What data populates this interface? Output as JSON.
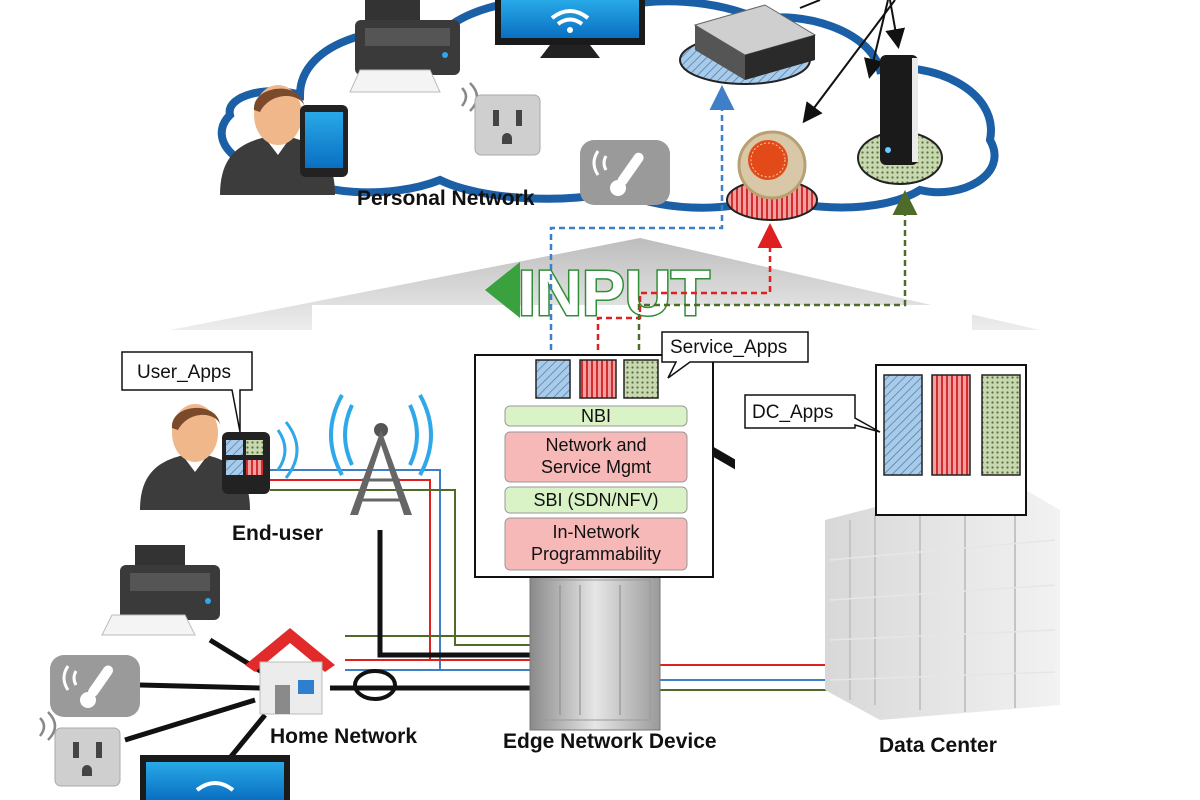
{
  "labels": {
    "personal_network": "Personal Network",
    "end_user": "End-user",
    "home_network": "Home Network",
    "edge_network_device": "Edge Network Device",
    "data_center": "Data Center",
    "input": "INPUT"
  },
  "callouts": {
    "user_apps": "User_Apps",
    "service_apps": "Service_Apps",
    "dc_apps": "DC_Apps"
  },
  "edge_stack": [
    {
      "line1": "NBI",
      "line2": "",
      "color": "#d9f2c6"
    },
    {
      "line1": "Network and",
      "line2": "Service Mgmt",
      "color": "#f7b8b8"
    },
    {
      "line1": "SBI (SDN/NFV)",
      "line2": "",
      "color": "#d9f2c6"
    },
    {
      "line1": "In-Network",
      "line2": "Programmability",
      "color": "#f7b8b8"
    }
  ],
  "colors": {
    "cloud_stroke": "#1b5fa6",
    "app_blue": "#a9cbe8",
    "app_red": "#e36a6a",
    "app_green": "#b4c99a",
    "link_blue": "#3f7fc7",
    "link_red": "#e02020",
    "link_green": "#4f6b2a",
    "input_green": "#3aa13f"
  },
  "icons": [
    "printer-icon",
    "monitor-icon",
    "set-top-box-icon",
    "smartphone-icon",
    "outlet-icon",
    "thermostat-icon",
    "smart-thermostat-icon",
    "router-icon",
    "user-icon",
    "cell-tower-icon",
    "house-icon",
    "server-rack-icon",
    "data-center-icon"
  ]
}
